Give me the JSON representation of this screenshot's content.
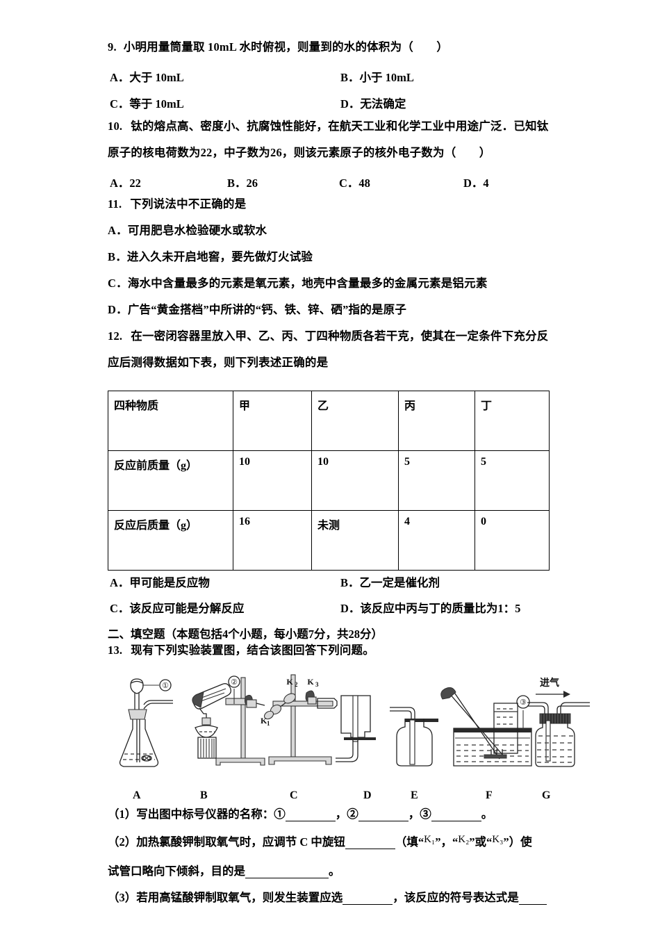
{
  "document": {
    "type": "chemistry-exam-paper",
    "language": "zh-CN"
  },
  "questions": [
    {
      "number": "9.",
      "stem": "小明用量筒量取 10mL 水时俯视，则量到的水的体积为（　　）",
      "layout": "two-column",
      "options": [
        {
          "label": "A．",
          "text": "大于 10mL"
        },
        {
          "label": "B．",
          "text": "小于 10mL"
        },
        {
          "label": "C．",
          "text": "等于 10mL"
        },
        {
          "label": "D．",
          "text": "无法确定"
        }
      ]
    },
    {
      "number": "10.",
      "stem_line1": "钛的熔点高、密度小、抗腐蚀性能好，在航天工业和化学工业中用途广泛．已知钛",
      "stem_line2": "原子的核电荷数为22，中子数为26，则该元素原子的核外电子数为（　　）",
      "layout": "four-column",
      "options": [
        {
          "label": "A．",
          "text": "22"
        },
        {
          "label": "B．",
          "text": "26"
        },
        {
          "label": "C．",
          "text": "48"
        },
        {
          "label": "D．",
          "text": "4"
        }
      ]
    },
    {
      "number": "11.",
      "stem": "下列说法中不正确的是",
      "layout": "stacked",
      "options": [
        {
          "label": "A．",
          "text": "可用肥皂水检验硬水或软水"
        },
        {
          "label": "B．",
          "text": "进入久未开启地窖，要先做灯火试验"
        },
        {
          "label": "C．",
          "text": "海水中含量最多的元素是氧元素，地壳中含量最多的金属元素是铝元素"
        },
        {
          "label": "D．",
          "text": "广告“黄金搭档”中所讲的“钙、铁、锌、硒”指的是原子"
        }
      ]
    },
    {
      "number": "12.",
      "stem_line1": "在一密闭容器里放入甲、乙、丙、丁四种物质各若干克，使其在一定条件下充分反",
      "stem_line2": "应后测得数据如下表，则下列表述正确的是",
      "layout": "two-column",
      "options": [
        {
          "label": "A．",
          "text": "甲可能是反应物"
        },
        {
          "label": "B．",
          "text": "乙一定是催化剂"
        },
        {
          "label": "C．",
          "text": "该反应可能是分解反应"
        },
        {
          "label": "D．",
          "text": "该反应中丙与丁的质量比为1：5"
        }
      ]
    }
  ],
  "table": {
    "rows": [
      [
        "四种物质",
        "甲",
        "乙",
        "丙",
        "丁"
      ],
      [
        "反应前质量（g）",
        "10",
        "10",
        "5",
        "5"
      ],
      [
        "反应后质量（g）",
        "16",
        "未测",
        "4",
        "0"
      ]
    ]
  },
  "section2": {
    "heading": "二、填空题（本题包括4个小题，每小题7分，共28分）",
    "question13": {
      "number": "13.",
      "stem": "现有下列实验装置图，结合该图回答下列问题。",
      "figure": {
        "labels": [
          "A",
          "B",
          "C",
          "D",
          "E",
          "F",
          "G"
        ],
        "callouts": [
          "①",
          "②",
          "③"
        ],
        "valve_labels": [
          "K₁",
          "K₂",
          "K₃"
        ],
        "gas_inlet_label": "进气"
      },
      "parts": [
        {
          "marker": "（1）",
          "text_before": "写出图中标号仪器的名称：①",
          "mid1": "，②",
          "mid2": "，③",
          "text_end": "。"
        },
        {
          "marker": "（2）",
          "line1_a": "加热氯酸钾制取氧气时，应调节 C 中旋钮",
          "line1_b": "（填“",
          "k1": "K₁",
          "line1_c": "”，“",
          "k2": "K₂",
          "line1_d": "”或“",
          "k3": "K₃",
          "line1_e": "”）使",
          "line2_a": "试管口略向下倾斜，目的是",
          "line2_b": "。"
        },
        {
          "marker": "（3）",
          "text_a": "若用高锰酸钾制取氧气，则发生装置应选",
          "text_b": "，该反应的符号表达式是"
        }
      ]
    }
  },
  "colors": {
    "background": "#ffffff",
    "text": "#000000",
    "table_border": "#000000"
  }
}
